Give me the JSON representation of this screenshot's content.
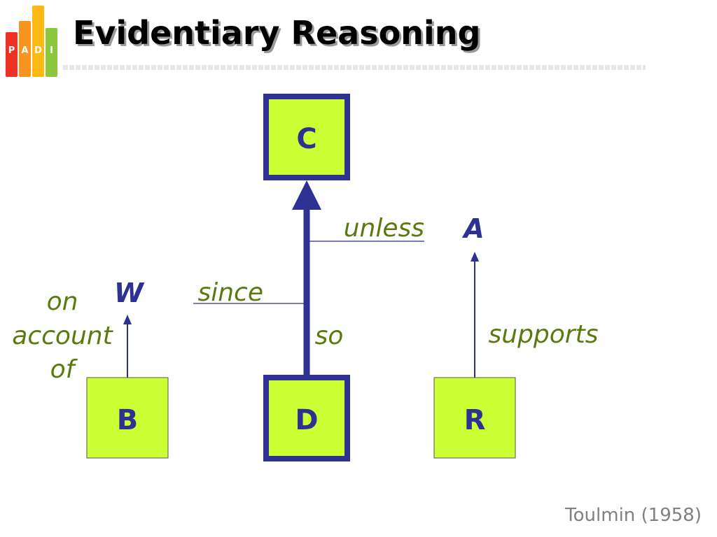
{
  "logo": {
    "letters": [
      "P",
      "A",
      "D",
      "I"
    ]
  },
  "title": "Evidentiary Reasoning",
  "diagram": {
    "nodes": {
      "claim": "C",
      "data": "D",
      "backing": "B",
      "rebuttal": "R"
    },
    "variables": {
      "warrant": "W",
      "alternative": "A"
    },
    "relations": {
      "unless": "unless",
      "since": "since",
      "so": "so",
      "supports": "supports",
      "on_account_of": [
        "on",
        "account",
        "of"
      ]
    }
  },
  "citation": "Toulmin (1958)",
  "colors": {
    "node_fill": "#ccff33",
    "node_border": "#2e3192",
    "arrow": "#2e3192",
    "relation_text": "#5a7a10",
    "logo_bars": [
      "#ee3124",
      "#f7941d",
      "#fdb913",
      "#8dc63f"
    ]
  }
}
